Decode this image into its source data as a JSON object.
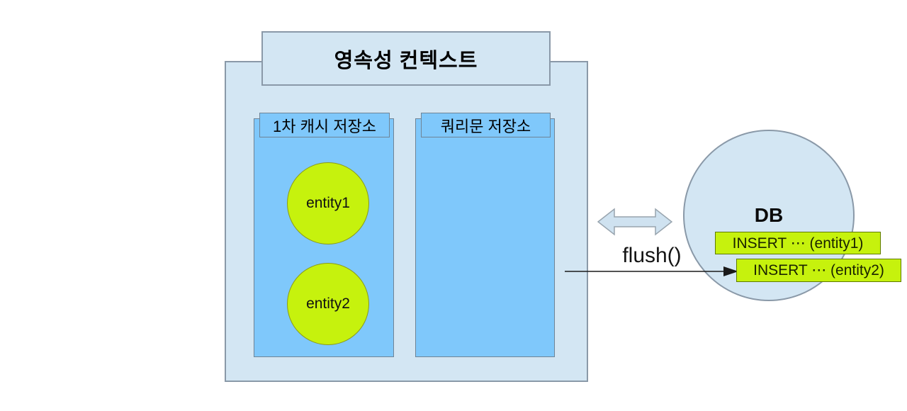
{
  "diagram": {
    "persistence_context": {
      "title": "영속성 컨텍스트",
      "first_cache": {
        "label": "1차 캐시 저장소",
        "entities": [
          {
            "label": "entity1"
          },
          {
            "label": "entity2"
          }
        ]
      },
      "query_store": {
        "label": "쿼리문 저장소"
      }
    },
    "db": {
      "label": "DB",
      "statements": [
        {
          "label": "INSERT ⋯ (entity1)"
        },
        {
          "label": "INSERT ⋯ (entity2)"
        }
      ]
    },
    "flush_label": "flush()"
  },
  "colors": {
    "canvas-bg": "#ffffff",
    "container-fill": "#d3e6f3",
    "container-border": "#8a99a8",
    "box-fill": "#7fc8fb",
    "box-border": "#6f8496",
    "entity-fill": "#c6f20d",
    "entity-border": "#8a9b1a",
    "insert-fill": "#c6f20d",
    "insert-border": "#5f7a00",
    "sync-arrow-fill": "#cfe2f0",
    "sync-arrow-border": "#98a4ae",
    "flush-arrow-color": "#1a1a1a",
    "text-color": "#111111"
  }
}
